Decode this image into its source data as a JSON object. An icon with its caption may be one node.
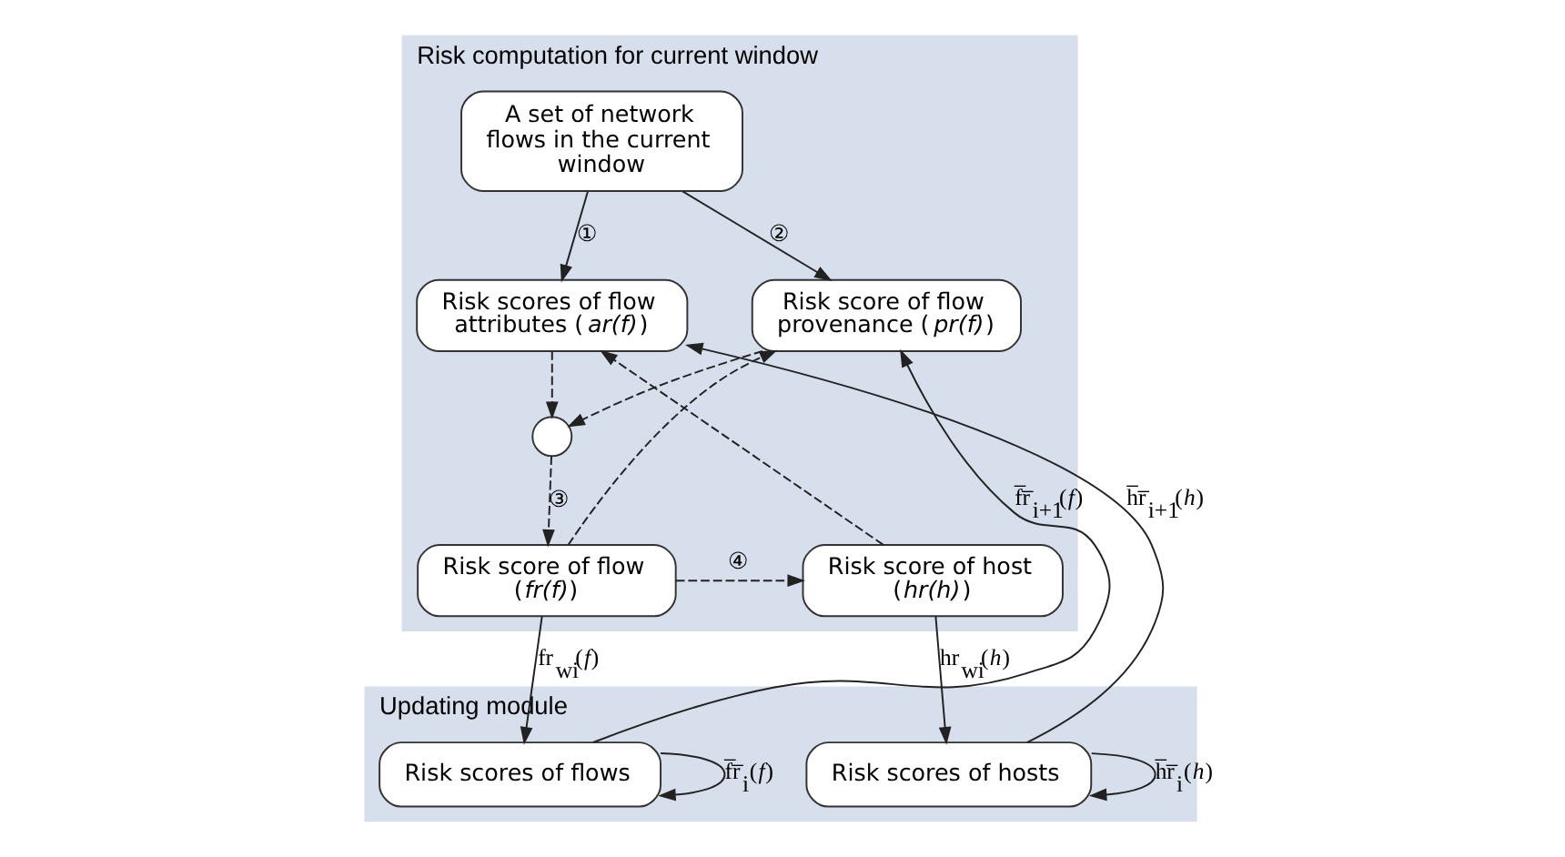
{
  "diagram": {
    "nodes": [
      {
        "text": [
          "Risk computation for current window"
        ]
      },
      {
        "text": [
          "A set of network flows in the current window"
        ],
        "in": 0
      },
      {
        "text": [
          "Risk scores of flow attributes (*ar(f)*)"
        ],
        "in": 0
      },
      {
        "text": [
          "Risk score of flow provenance (*pr(f)*)"
        ],
        "in": 0
      },
      {
        "text": [],
        "shape": "circle",
        "in": 0
      },
      {
        "text": [
          "Risk score of flow (*fr(f)*)"
        ],
        "in": 0
      },
      {
        "text": [
          "Risk score of host (*hr(h)*)"
        ],
        "in": 0
      },
      {
        "text": [
          "Updating module"
        ]
      },
      {
        "text": [
          "Risk scores of flows"
        ],
        "in": 7
      },
      {
        "text": [
          "Risk scores of hosts"
        ],
        "in": 7
      }
    ],
    "edges": [
      {
        "from": 1,
        "to": 2,
        "arrow": "to",
        "label": "①"
      },
      {
        "from": 1,
        "to": 3,
        "arrow": "to",
        "label": "②"
      },
      {
        "from": 2,
        "to": 4,
        "arrow": "to",
        "style": "dashed"
      },
      {
        "from": 3,
        "to": 4,
        "arrow": "to",
        "style": "dashed"
      },
      {
        "from": 4,
        "to": 5,
        "arrow": "to",
        "style": "dashed",
        "label": "③"
      },
      {
        "from": 5,
        "to": 6,
        "arrow": "to",
        "style": "dashed",
        "label": "④"
      },
      {
        "from": 5,
        "to": 8,
        "arrow": "to",
        "label": "fr$_{wi}$(*f*)"
      },
      {
        "from": 5,
        "to": 3,
        "arrow": "to",
        "style": "dashed"
      },
      {
        "from": 6,
        "to": 2,
        "arrow": "to",
        "style": "dashed"
      },
      {
        "from": 6,
        "to": 9,
        "arrow": "to",
        "label": "hr$_{wi}$(*h*)"
      },
      {
        "from": 8,
        "to": 8,
        "arrow": "to",
        "label": "f̅r̅$_{i}$(*f*)"
      },
      {
        "from": 8,
        "to": 3,
        "arrow": "to",
        "label": "f̅r̅$_{i+1}$(*f*)"
      },
      {
        "from": 9,
        "to": 9,
        "arrow": "to",
        "label": "h̅r̅$_{i}$(*h*)"
      },
      {
        "from": 9,
        "to": 2,
        "arrow": "to",
        "label": "h̅r̅$_{i+1}$(*h*)"
      }
    ]
  }
}
